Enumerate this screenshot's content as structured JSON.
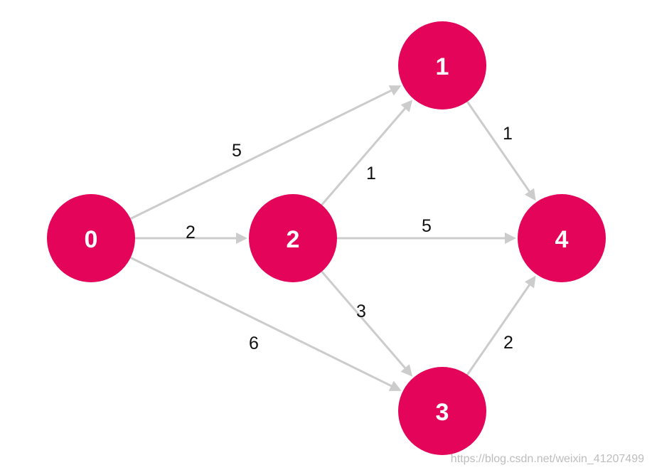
{
  "colors": {
    "node_fill": "#e4045a",
    "node_text": "#ffffff",
    "edge": "#cccccc",
    "edge_label": "#111111",
    "watermark": "#bdbdbd"
  },
  "nodes": [
    {
      "id": "0",
      "label": "0"
    },
    {
      "id": "1",
      "label": "1"
    },
    {
      "id": "2",
      "label": "2"
    },
    {
      "id": "3",
      "label": "3"
    },
    {
      "id": "4",
      "label": "4"
    }
  ],
  "edges": [
    {
      "from": "0",
      "to": "1",
      "weight": "5"
    },
    {
      "from": "0",
      "to": "2",
      "weight": "2"
    },
    {
      "from": "0",
      "to": "3",
      "weight": "6"
    },
    {
      "from": "2",
      "to": "1",
      "weight": "1"
    },
    {
      "from": "2",
      "to": "4",
      "weight": "5"
    },
    {
      "from": "2",
      "to": "3",
      "weight": "3"
    },
    {
      "from": "1",
      "to": "4",
      "weight": "1"
    },
    {
      "from": "3",
      "to": "4",
      "weight": "2"
    }
  ],
  "watermark": "https://blog.csdn.net/weixin_41207499"
}
